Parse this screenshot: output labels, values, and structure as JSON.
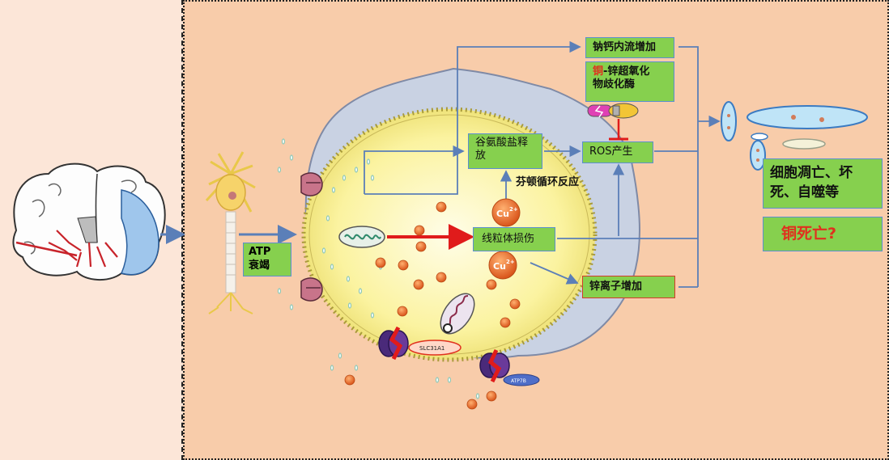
{
  "labels": {
    "atp": [
      "ATP",
      "衰竭"
    ],
    "na_ca": "钠钙内流增加",
    "sod_prefix": "铜",
    "sod_rest_line1": "-锌超氧化",
    "sod_line2": "物歧化酶",
    "glutamate": [
      "谷氨酸盐释",
      "放"
    ],
    "ros": "ROS产生",
    "fenton": "芬顿循环反应",
    "mito_damage": "线粒体损伤",
    "zinc": "锌离子增加",
    "cell_death": [
      "细胞凋亡、坏",
      "死、自噬等"
    ],
    "cuproptosis": "铜死亡?",
    "cu_ion": "Cu",
    "cu_charge": "2+",
    "slc": "SLC31A1",
    "atp7b": "ATP7B"
  },
  "colors": {
    "box_green": "#86d04e",
    "arrow_blue": "#5b7fb8",
    "highlight_red": "#e0301e",
    "cell_fill": "#fbf6b0",
    "copper_orange": "#f0742a"
  }
}
